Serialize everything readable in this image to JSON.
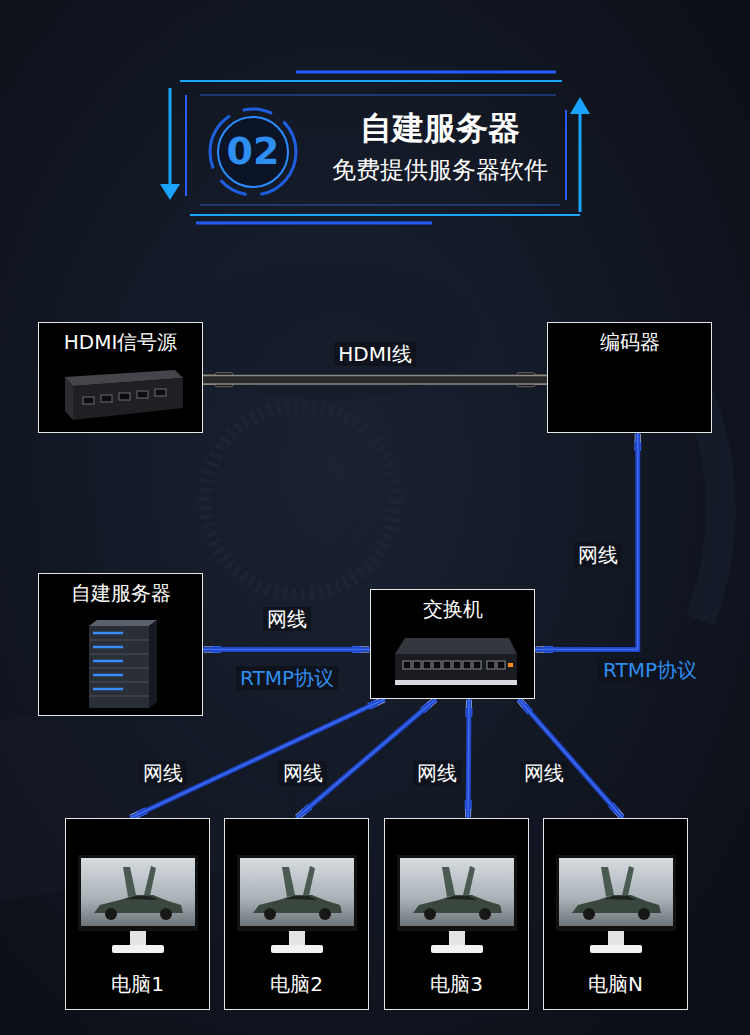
{
  "diagram": {
    "title": "自建服务器",
    "nodes": [
      {
        "text": [
          "02"
        ]
      },
      {
        "text": [
          "HDMI信号源"
        ]
      },
      {
        "text": [
          "编码器"
        ]
      },
      {
        "text": [
          "自建服务器"
        ]
      },
      {
        "text": [
          "交换机"
        ]
      },
      {
        "text": [
          "电脑1"
        ]
      },
      {
        "text": [
          "电脑2"
        ]
      },
      {
        "text": [
          "电脑3"
        ]
      },
      {
        "text": [
          "电脑N"
        ]
      }
    ],
    "edges": [
      {
        "from": 1,
        "to": 2,
        "label": "HDMI线",
        "arrow": "none"
      },
      {
        "from": 2,
        "to": 4,
        "label": "网线",
        "arrow": "none"
      },
      {
        "from": 3,
        "to": 4,
        "label": "网线",
        "arrow": "none"
      },
      {
        "from": 4,
        "to": 5,
        "label": "网线",
        "arrow": "none"
      },
      {
        "from": 4,
        "to": 6,
        "label": "网线",
        "arrow": "none"
      },
      {
        "from": 4,
        "to": 7,
        "label": "网线",
        "arrow": "none"
      },
      {
        "from": 4,
        "to": 8,
        "label": "网线",
        "arrow": "none"
      }
    ],
    "labels": [
      "免费提供服务器软件",
      "RTMP协议",
      "RTMP协议"
    ]
  }
}
